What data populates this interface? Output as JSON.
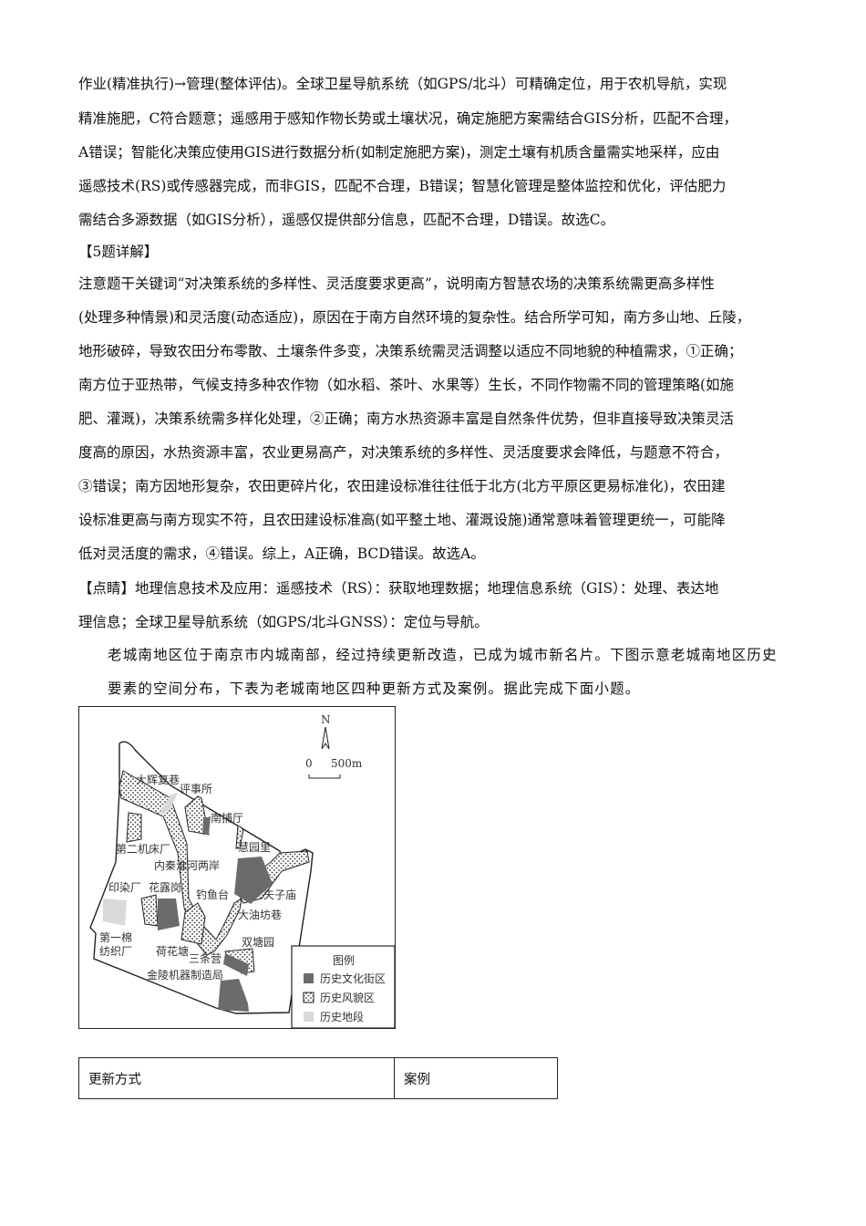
{
  "paragraphs": [
    "作业(精准执行)→管理(整体评估)。全球卫星导航系统（如GPS/北斗）可精确定位，用于农机导航，实现",
    "精准施肥，C符合题意；遥感用于感知作物长势或土壤状况，确定施肥方案需结合GIS分析，匹配不合理，",
    "A错误；智能化决策应使用GIS进行数据分析(如制定施肥方案)，测定土壤有机质含量需实地采样，应由",
    "遥感技术(RS)或传感器完成，而非GIS，匹配不合理，B错误；智慧化管理是整体监控和优化，评估肥力",
    "需结合多源数据（如GIS分析），遥感仅提供部分信息，匹配不合理，D错误。故选C。",
    "【5题详解】",
    "注意题干关键词“对决策系统的多样性、灵活度要求更高”，说明南方智慧农场的决策系统需更高多样性",
    "(处理多种情景)和灵活度(动态适应)，原因在于南方自然环境的复杂性。结合所学可知，南方多山地、丘陵，",
    "地形破碎，导致农田分布零散、土壤条件多变，决策系统需灵活调整以适应不同地貌的种植需求，①正确；",
    "南方位于亚热带，气候支持多种农作物（如水稻、茶叶、水果等）生长，不同作物需不同的管理策略(如施",
    "肥、灌溉)，决策系统需多样化处理，②正确；南方水热资源丰富是自然条件优势，但非直接导致决策灵活",
    "度高的原因，水热资源丰富，农业更易高产，对决策系统的多样性、灵活度要求会降低，与题意不符合，",
    "③错误；南方因地形复杂，农田更碎片化，农田建设标准往往低于北方(北方平原区更易标准化)，农田建",
    "设标准更高与南方现实不符，且农田建设标准高(如平整土地、灌溉设施)通常意味着管理更统一，可能降",
    "低对灵活度的需求，④错误。综上，A正确，BCD错误。故选A。",
    "【点睛】地理信息技术及应用：遥感技术（RS）：获取地理数据；地理信息系统（GIS）：处理、表达地",
    "理信息；全球卫星导航系统（如GPS/北斗GNSS）：定位与导航。",
    "老城南地区位于南京市内城南部，经过持续更新改造，已成为城市新名片。下图示意老城南地区历史",
    "要素的空间分布，下表为老城南地区四种更新方式及案例。据此完成下面小题。"
  ],
  "map": {
    "north": "N",
    "scale": {
      "zero": "0",
      "distance": "500m"
    },
    "labels": [
      "大辉复巷",
      "评事所",
      "南捕厅",
      "第二机床厂",
      "慧园里",
      "内秦淮河两岸",
      "印染厂",
      "花露岗",
      "钓鱼台",
      "夫子庙",
      "大油坊巷",
      "第一棉",
      "纺织厂",
      "荷花塘",
      "双塘园",
      "三条营",
      "金陵机器制造局"
    ],
    "legend": {
      "title": "图例",
      "items": [
        "历史文化街区",
        "历史风貌区",
        "历史地段"
      ]
    },
    "colors": {
      "district": "#6b6b6b",
      "scenic": "#ffffff",
      "section": "#d9d9d9"
    }
  },
  "table": {
    "headers": [
      "更新方式",
      "案例"
    ]
  }
}
